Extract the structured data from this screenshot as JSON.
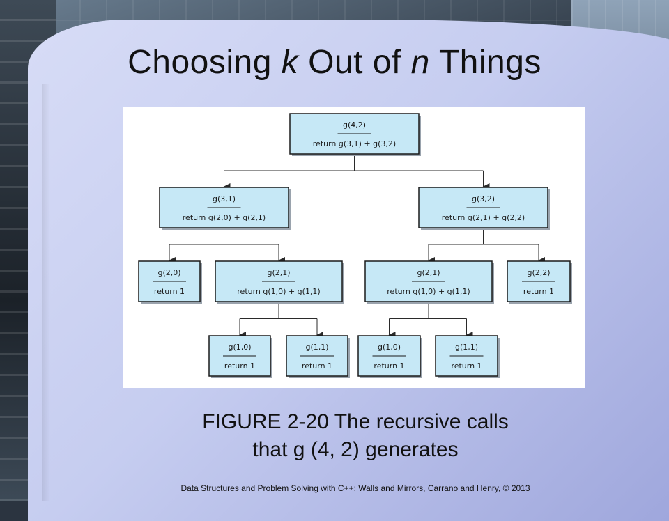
{
  "slide": {
    "title_pre": "Choosing ",
    "title_k": "k",
    "title_mid": " Out of ",
    "title_n": "n",
    "title_post": " Things",
    "caption_line1": "FIGURE 2-20 The recursive calls",
    "caption_line2": "that g (4, 2) generates",
    "footer": "Data Structures and Problem Solving with C++: Walls and Mirrors, Carrano and Henry, © 2013"
  },
  "colors": {
    "node_fill": "#c6e8f6",
    "node_border": "#1a1a1a",
    "node_shadow": "#9aa3ad",
    "connector": "#2a2a2a"
  },
  "tree": {
    "root": {
      "call": "g(4,2)",
      "ret": "return g(3,1) + g(3,2)"
    },
    "l": {
      "call": "g(3,1)",
      "ret": "return g(2,0) + g(2,1)"
    },
    "r": {
      "call": "g(3,2)",
      "ret": "return g(2,1) + g(2,2)"
    },
    "ll": {
      "call": "g(2,0)",
      "ret": "return 1"
    },
    "lr": {
      "call": "g(2,1)",
      "ret": "return g(1,0) + g(1,1)"
    },
    "rl": {
      "call": "g(2,1)",
      "ret": "return g(1,0) + g(1,1)"
    },
    "rr": {
      "call": "g(2,2)",
      "ret": "return 1"
    },
    "lrl": {
      "call": "g(1,0)",
      "ret": "return 1"
    },
    "lrr": {
      "call": "g(1,1)",
      "ret": "return 1"
    },
    "rll": {
      "call": "g(1,0)",
      "ret": "return 1"
    },
    "rlr": {
      "call": "g(1,1)",
      "ret": "return 1"
    }
  }
}
